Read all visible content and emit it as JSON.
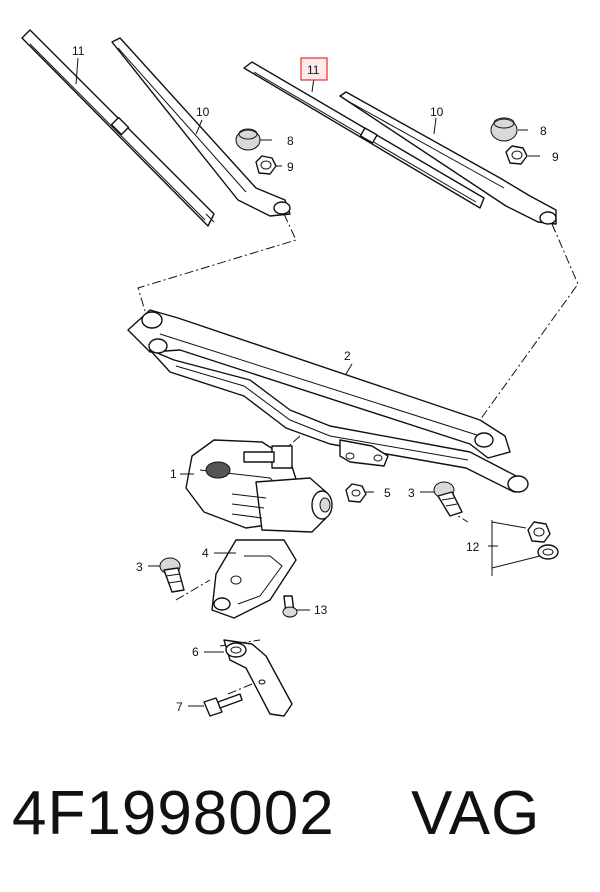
{
  "callouts": {
    "c11a": "11",
    "c10a": "10",
    "c8a": "8",
    "c9a": "9",
    "c11b": "11",
    "c10b": "10",
    "c8b": "8",
    "c9b": "9",
    "c2": "2",
    "c1": "1",
    "c5": "5",
    "c3a": "3",
    "c12": "12",
    "c3b": "3",
    "c4": "4",
    "c13": "13",
    "c6": "6",
    "c7": "7"
  },
  "highlight_color": "#e0312f",
  "caption": {
    "part_number": "4F1998002",
    "brand": "VAG"
  }
}
